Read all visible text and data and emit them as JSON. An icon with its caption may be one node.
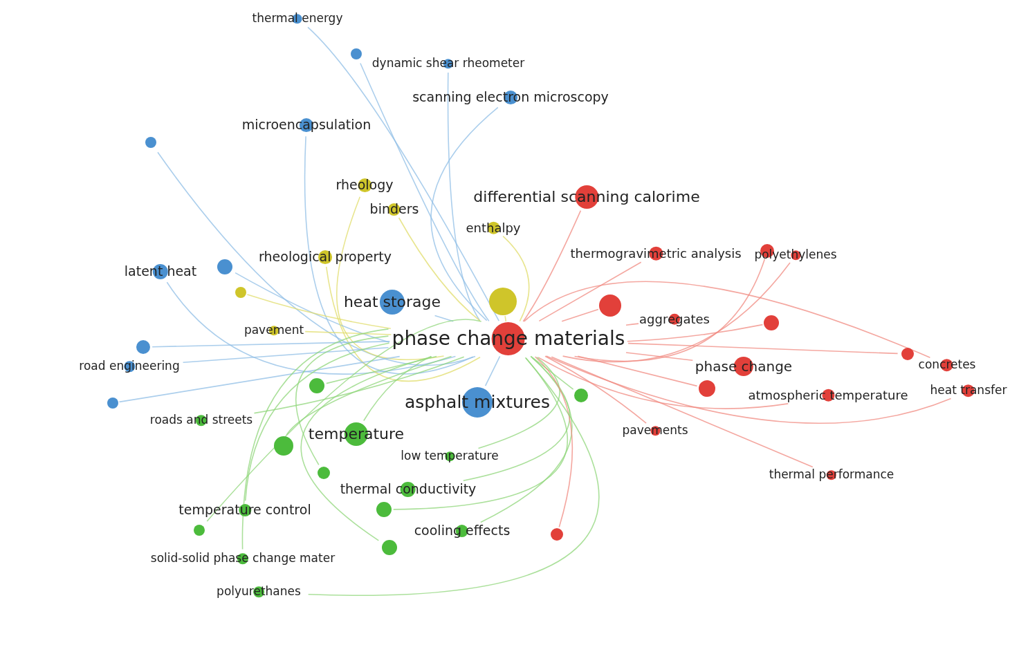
{
  "diagram": {
    "nodes": [
      {
        "text": [
          "thermal energy"
        ]
      },
      {
        "text": [],
        "shape": "circle"
      },
      {
        "text": [
          "dynamic shear rheometer"
        ]
      },
      {
        "text": [
          "scanning electron microscopy"
        ]
      },
      {
        "text": [
          "microencapsulation"
        ]
      },
      {
        "text": [],
        "shape": "circle"
      },
      {
        "text": [
          "rheology"
        ]
      },
      {
        "text": [
          "binders"
        ]
      },
      {
        "text": [
          "differential scanning calorime"
        ]
      },
      {
        "text": [
          "enthalpy"
        ]
      },
      {
        "text": [
          "latent heat"
        ]
      },
      {
        "text": [],
        "shape": "circle"
      },
      {
        "text": [
          "rheological property"
        ]
      },
      {
        "text": [
          "thermogravimetric analysis"
        ]
      },
      {
        "text": [],
        "shape": "circle"
      },
      {
        "text": [
          "polyethylenes"
        ]
      },
      {
        "text": [],
        "shape": "circle"
      },
      {
        "text": [
          "heat storage"
        ]
      },
      {
        "text": [],
        "shape": "circle"
      },
      {
        "text": [
          "aggregates"
        ]
      },
      {
        "text": [],
        "shape": "circle"
      },
      {
        "text": [],
        "shape": "circle"
      },
      {
        "text": [
          "pavement"
        ]
      },
      {
        "text": [
          "phase change materials"
        ]
      },
      {
        "text": [],
        "shape": "circle"
      },
      {
        "text": [
          "road engineering"
        ]
      },
      {
        "text": [
          "asphalt mixtures"
        ]
      },
      {
        "text": [
          "phase change"
        ]
      },
      {
        "text": [],
        "shape": "circle"
      },
      {
        "text": [
          "concretes"
        ]
      },
      {
        "text": [],
        "shape": "circle"
      },
      {
        "text": [
          "heat transfer"
        ]
      },
      {
        "text": [],
        "shape": "circle"
      },
      {
        "text": [],
        "shape": "circle"
      },
      {
        "text": [],
        "shape": "circle"
      },
      {
        "text": [
          "temperature"
        ]
      },
      {
        "text": [
          "atmospheric temperature"
        ]
      },
      {
        "text": [
          "roads and streets"
        ]
      },
      {
        "text": [],
        "shape": "circle"
      },
      {
        "text": [
          "low temperature"
        ]
      },
      {
        "text": [
          "pavements"
        ]
      },
      {
        "text": [
          "thermal performance"
        ]
      },
      {
        "text": [],
        "shape": "circle"
      },
      {
        "text": [],
        "shape": "circle"
      },
      {
        "text": [
          "thermal conductivity"
        ]
      },
      {
        "text": [],
        "shape": "circle"
      },
      {
        "text": [
          "temperature control"
        ]
      },
      {
        "text": [],
        "shape": "circle"
      },
      {
        "text": [
          "cooling effects"
        ]
      },
      {
        "text": [],
        "shape": "circle"
      },
      {
        "text": [
          "solid-solid phase change mater"
        ]
      },
      {
        "text": [
          "polyurethanes"
        ]
      }
    ],
    "edges": [
      {
        "from": 0,
        "to": 23,
        "arrow": "none",
        "color": "#8fbde6"
      },
      {
        "from": 1,
        "to": 23,
        "arrow": "none",
        "color": "#8fbde6"
      },
      {
        "from": 2,
        "to": 23,
        "arrow": "none",
        "color": "#8fbde6"
      },
      {
        "from": 3,
        "to": 23,
        "arrow": "none",
        "color": "#8fbde6"
      },
      {
        "from": 4,
        "to": 23,
        "arrow": "none",
        "color": "#8fbde6"
      },
      {
        "from": 5,
        "to": 23,
        "arrow": "none",
        "color": "#8fbde6"
      },
      {
        "from": 6,
        "to": 23,
        "arrow": "none",
        "color": "#e0dc6a"
      },
      {
        "from": 7,
        "to": 23,
        "arrow": "none",
        "color": "#e0dc6a"
      },
      {
        "from": 8,
        "to": 23,
        "arrow": "none",
        "color": "#f08a80"
      },
      {
        "from": 9,
        "to": 23,
        "arrow": "none",
        "color": "#e0dc6a"
      },
      {
        "from": 10,
        "to": 23,
        "arrow": "none",
        "color": "#8fbde6"
      },
      {
        "from": 11,
        "to": 23,
        "arrow": "none",
        "color": "#8fbde6"
      },
      {
        "from": 12,
        "to": 23,
        "arrow": "none",
        "color": "#e0dc6a"
      },
      {
        "from": 13,
        "to": 23,
        "arrow": "none",
        "color": "#f08a80"
      },
      {
        "from": 14,
        "to": 23,
        "arrow": "none",
        "color": "#f08a80"
      },
      {
        "from": 15,
        "to": 23,
        "arrow": "none",
        "color": "#f08a80"
      },
      {
        "from": 16,
        "to": 23,
        "arrow": "none",
        "color": "#e0dc6a"
      },
      {
        "from": 17,
        "to": 23,
        "arrow": "none",
        "color": "#8fbde6"
      },
      {
        "from": 18,
        "to": 23,
        "arrow": "none",
        "color": "#e0dc6a"
      },
      {
        "from": 19,
        "to": 23,
        "arrow": "none",
        "color": "#f08a80"
      },
      {
        "from": 20,
        "to": 23,
        "arrow": "none",
        "color": "#f08a80"
      },
      {
        "from": 21,
        "to": 23,
        "arrow": "none",
        "color": "#f08a80"
      },
      {
        "from": 22,
        "to": 23,
        "arrow": "none",
        "color": "#e0dc6a"
      },
      {
        "from": 24,
        "to": 23,
        "arrow": "none",
        "color": "#8fbde6"
      },
      {
        "from": 25,
        "to": 23,
        "arrow": "none",
        "color": "#8fbde6"
      },
      {
        "from": 26,
        "to": 23,
        "arrow": "none",
        "color": "#8fbde6"
      },
      {
        "from": 27,
        "to": 23,
        "arrow": "none",
        "color": "#f08a80"
      },
      {
        "from": 28,
        "to": 23,
        "arrow": "none",
        "color": "#f08a80"
      },
      {
        "from": 29,
        "to": 23,
        "arrow": "none",
        "color": "#f08a80"
      },
      {
        "from": 30,
        "to": 23,
        "arrow": "none",
        "color": "#f08a80"
      },
      {
        "from": 31,
        "to": 23,
        "arrow": "none",
        "color": "#f08a80"
      },
      {
        "from": 32,
        "to": 23,
        "arrow": "none",
        "color": "#8fbde6"
      },
      {
        "from": 33,
        "to": 23,
        "arrow": "none",
        "color": "#8fd67a"
      },
      {
        "from": 34,
        "to": 23,
        "arrow": "none",
        "color": "#8fd67a"
      },
      {
        "from": 35,
        "to": 23,
        "arrow": "none",
        "color": "#8fd67a"
      },
      {
        "from": 36,
        "to": 23,
        "arrow": "none",
        "color": "#f08a80"
      },
      {
        "from": 37,
        "to": 23,
        "arrow": "none",
        "color": "#8fd67a"
      },
      {
        "from": 38,
        "to": 23,
        "arrow": "none",
        "color": "#8fd67a"
      },
      {
        "from": 39,
        "to": 23,
        "arrow": "none",
        "color": "#8fd67a"
      },
      {
        "from": 40,
        "to": 23,
        "arrow": "none",
        "color": "#f08a80"
      },
      {
        "from": 41,
        "to": 23,
        "arrow": "none",
        "color": "#f08a80"
      },
      {
        "from": 42,
        "to": 23,
        "arrow": "none",
        "color": "#8fd67a"
      },
      {
        "from": 43,
        "to": 23,
        "arrow": "none",
        "color": "#8fd67a"
      },
      {
        "from": 44,
        "to": 23,
        "arrow": "none",
        "color": "#8fd67a"
      },
      {
        "from": 45,
        "to": 23,
        "arrow": "none",
        "color": "#8fd67a"
      },
      {
        "from": 46,
        "to": 23,
        "arrow": "none",
        "color": "#8fd67a"
      },
      {
        "from": 47,
        "to": 23,
        "arrow": "none",
        "color": "#8fd67a"
      },
      {
        "from": 48,
        "to": 23,
        "arrow": "none",
        "color": "#8fd67a"
      },
      {
        "from": 49,
        "to": 23,
        "arrow": "none",
        "color": "#f08a80"
      },
      {
        "from": 50,
        "to": 23,
        "arrow": "none",
        "color": "#8fd67a"
      },
      {
        "from": 51,
        "to": 23,
        "arrow": "none",
        "color": "#8fd67a"
      }
    ]
  }
}
